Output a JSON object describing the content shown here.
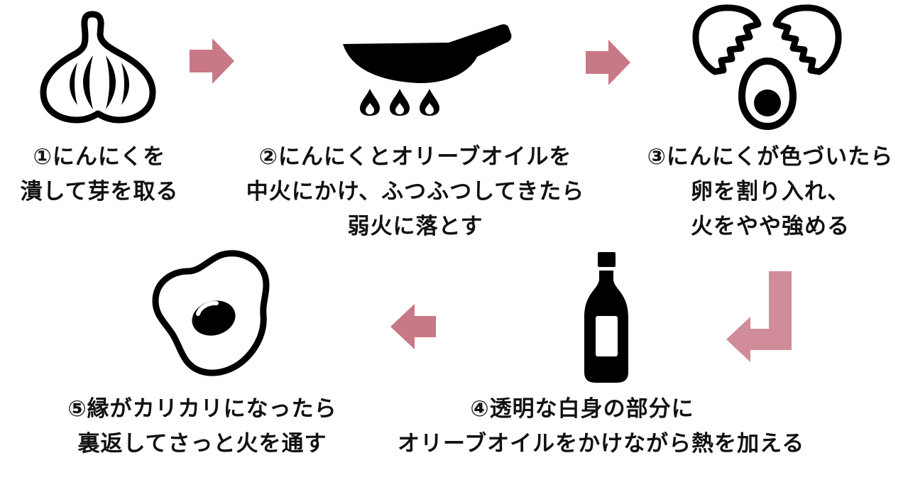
{
  "diagram": {
    "type": "recipe-flow",
    "background": "#ffffff",
    "colors": {
      "icon": "#000000",
      "text": "#111111",
      "arrow": "#c97886",
      "turn_arrow": "#d18c99"
    },
    "steps": [
      {
        "icon": "garlic-icon",
        "lines": [
          "①にんにくを",
          "潰して芽を取る"
        ]
      },
      {
        "icon": "frying-pan-icon",
        "lines": [
          "②にんにくとオリーブオイルを",
          "中火にかけ、ふつふつしてきたら",
          "弱火に落とす"
        ]
      },
      {
        "icon": "cracked-eggs-icon",
        "lines": [
          "③にんにくが色づいたら",
          "卵を割り入れ、",
          "火をやや強める"
        ]
      },
      {
        "icon": "oil-bottle-icon",
        "lines": [
          "④透明な白身の部分に",
          "オリーブオイルをかけながら熱を加える"
        ]
      },
      {
        "icon": "fried-egg-icon",
        "lines": [
          "⑤縁がカリカリになったら",
          "裏返してさっと火を通す"
        ]
      }
    ],
    "arrows": [
      {
        "name": "arrow-step1-to-step2",
        "direction": "right"
      },
      {
        "name": "arrow-step2-to-step3",
        "direction": "right"
      },
      {
        "name": "arrow-step3-to-step4",
        "direction": "down-then-left"
      },
      {
        "name": "arrow-step4-to-step5",
        "direction": "left"
      }
    ]
  }
}
